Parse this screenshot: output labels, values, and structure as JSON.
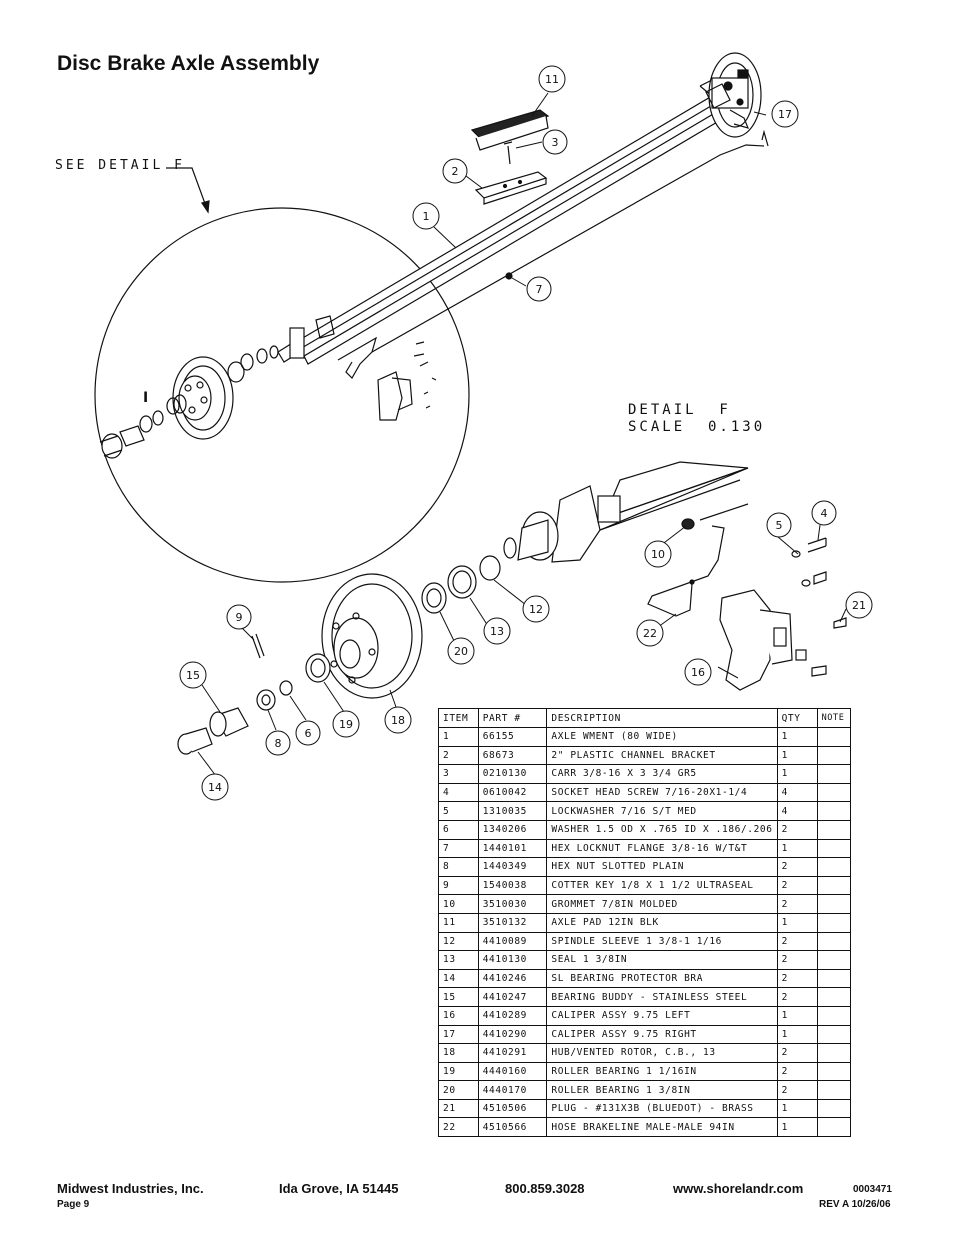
{
  "title": "Disc Brake Axle Assembly",
  "see_detail": "SEE DETAIL  F",
  "detail_label": "DETAIL  F",
  "detail_scale": "SCALE  0.130",
  "item_one_label": "I",
  "callouts": [
    "11",
    "3",
    "2",
    "1",
    "7",
    "17",
    "5",
    "4",
    "10",
    "21",
    "12",
    "13",
    "20",
    "22",
    "16",
    "9",
    "15",
    "8",
    "6",
    "19",
    "18",
    "14"
  ],
  "table": {
    "headers": [
      "ITEM",
      "PART #",
      "DESCRIPTION",
      "QTY",
      "NOTE"
    ],
    "rows": [
      [
        "1",
        "66155",
        "AXLE WMENT (80 WIDE)",
        "1",
        ""
      ],
      [
        "2",
        "68673",
        "2\" PLASTIC CHANNEL BRACKET",
        "1",
        ""
      ],
      [
        "3",
        "0210130",
        "CARR 3/8-16 X 3 3/4 GR5",
        "1",
        ""
      ],
      [
        "4",
        "0610042",
        "SOCKET HEAD SCREW 7/16-20X1-1/4",
        "4",
        ""
      ],
      [
        "5",
        "1310035",
        "LOCKWASHER 7/16 S/T MED",
        "4",
        ""
      ],
      [
        "6",
        "1340206",
        "WASHER 1.5 OD X .765 ID X .186/.206",
        "2",
        ""
      ],
      [
        "7",
        "1440101",
        "HEX LOCKNUT FLANGE 3/8-16 W/T&T",
        "1",
        ""
      ],
      [
        "8",
        "1440349",
        "HEX NUT SLOTTED PLAIN",
        "2",
        ""
      ],
      [
        "9",
        "1540038",
        "COTTER KEY 1/8 X 1 1/2 ULTRASEAL",
        "2",
        ""
      ],
      [
        "10",
        "3510030",
        "GROMMET  7/8IN MOLDED",
        "2",
        ""
      ],
      [
        "11",
        "3510132",
        "AXLE PAD 12IN  BLK",
        "1",
        ""
      ],
      [
        "12",
        "4410089",
        "SPINDLE SLEEVE  1 3/8-1 1/16",
        "2",
        ""
      ],
      [
        "13",
        "4410130",
        "SEAL  1 3/8IN",
        "2",
        ""
      ],
      [
        "14",
        "4410246",
        "SL BEARING PROTECTOR BRA",
        "2",
        ""
      ],
      [
        "15",
        "4410247",
        "BEARING BUDDY - STAINLESS STEEL",
        "2",
        ""
      ],
      [
        "16",
        "4410289",
        "CALIPER ASSY 9.75 LEFT",
        "1",
        ""
      ],
      [
        "17",
        "4410290",
        "CALIPER ASSY 9.75 RIGHT",
        "1",
        ""
      ],
      [
        "18",
        "4410291",
        "HUB/VENTED ROTOR, C.B.,  13",
        "2",
        ""
      ],
      [
        "19",
        "4440160",
        "ROLLER BEARING   1 1/16IN",
        "2",
        ""
      ],
      [
        "20",
        "4440170",
        "ROLLER BEARING   1 3/8IN",
        "2",
        ""
      ],
      [
        "21",
        "4510506",
        "PLUG - #131X3B (BLUEDOT) - BRASS",
        "1",
        ""
      ],
      [
        "22",
        "4510566",
        "HOSE BRAKELINE MALE-MALE 94IN",
        "1",
        ""
      ]
    ]
  },
  "footer": {
    "company": "Midwest Industries, Inc.",
    "city": "Ida Grove, IA  51445",
    "phone": "800.859.3028",
    "website": "www.shorelandr.com",
    "doc_number": "0003471",
    "page": "Page 9",
    "revision": "REV A  10/26/06"
  }
}
